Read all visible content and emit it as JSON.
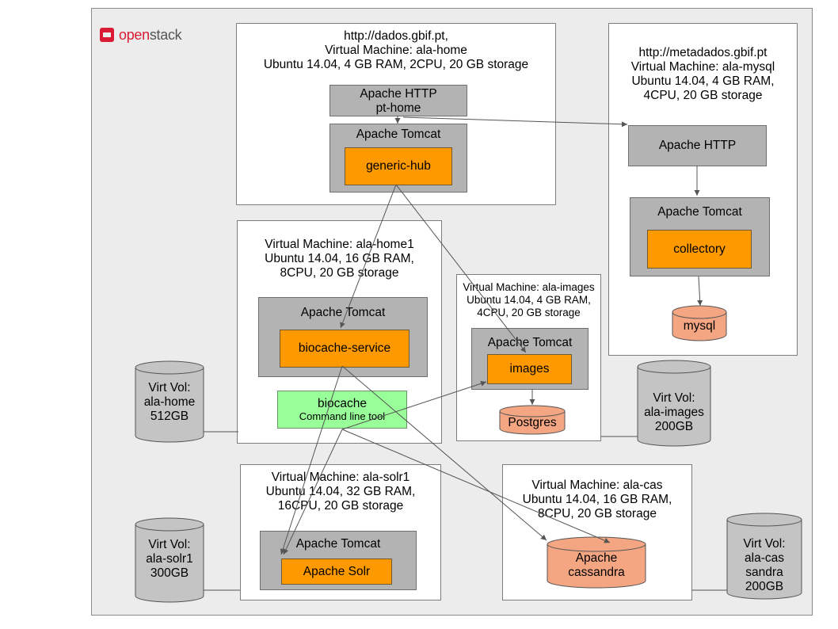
{
  "logo": {
    "prefix": "open",
    "suffix": "stack"
  },
  "vms": {
    "ala_home": {
      "label": "http://dados.gbif.pt,\nVirtual Machine: ala-home\nUbuntu 14.04, 4 GB RAM, 2CPU, 20 GB storage"
    },
    "ala_mysql": {
      "label": "http://metadados.gbif.pt\nVirtual Machine: ala-mysql\nUbuntu 14.04, 4 GB RAM,\n4CPU, 20 GB storage"
    },
    "ala_home1": {
      "label": "Virtual Machine: ala-home1\nUbuntu 14.04, 16 GB RAM,\n8CPU, 20 GB storage"
    },
    "ala_images": {
      "label": "Virtual Machine: ala-images\nUbuntu 14.04, 4 GB RAM,\n4CPU, 20 GB storage"
    },
    "ala_solr1": {
      "label": "Virtual Machine: ala-solr1\nUbuntu 14.04, 32 GB RAM,\n16CPU, 20 GB storage"
    },
    "ala_cas": {
      "label": "Virtual Machine: ala-cas\nUbuntu 14.04, 16 GB RAM,\n8CPU, 20 GB storage"
    }
  },
  "components": {
    "apache_http_pt_home": "Apache HTTP\npt-home",
    "tomcat_home": "Apache Tomcat",
    "generic_hub": "generic-hub",
    "apache_http_mysql": "Apache HTTP",
    "tomcat_mysql": "Apache Tomcat",
    "collectory": "collectory",
    "mysql": "mysql",
    "tomcat_home1": "Apache Tomcat",
    "biocache_service": "biocache-service",
    "biocache": "biocache",
    "biocache_sub": "Command line tool",
    "tomcat_images": "Apache Tomcat",
    "images": "images",
    "postgres": "Postgres",
    "tomcat_solr": "Apache Tomcat",
    "apache_solr": "Apache Solr",
    "cassandra": "Apache\ncassandra"
  },
  "volumes": {
    "ala_home": "Virt Vol:\nala-home\n512GB",
    "ala_images": "Virt Vol:\nala-images\n200GB",
    "ala_solr1": "Virt Vol:\nala-solr1\n300GB",
    "ala_cassandra": "Virt Vol:\nala-cas\nsandra\n200GB"
  },
  "colors": {
    "orange": "#ff9900",
    "gray": "#b3b3b3",
    "salmon": "#f4a582",
    "green": "#99ff99",
    "volume": "#c4c4c4",
    "logo_red": "#da1a32"
  }
}
